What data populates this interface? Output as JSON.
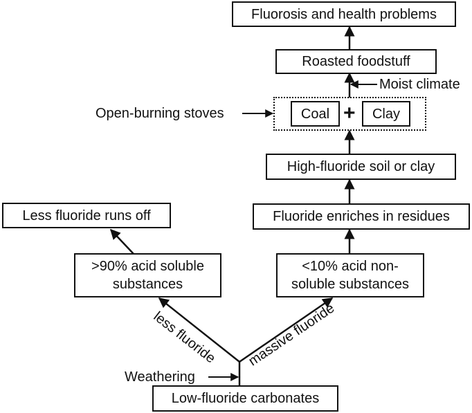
{
  "nodes": {
    "fluorosis": "Fluorosis and health problems",
    "roasted": "Roasted foodstuff",
    "coal": "Coal",
    "plus": "+",
    "clay": "Clay",
    "high_fluoride": "High-fluoride soil or clay",
    "enriches": "Fluoride enriches in residues",
    "acid_non_soluble_line1": "<10% acid non-",
    "acid_non_soluble_line2": "soluble substances",
    "less_runs_off": "Less fluoride runs off",
    "acid_soluble_line1": ">90% acid soluble",
    "acid_soluble_line2": "substances",
    "low_fluoride": "Low-fluoride carbonates"
  },
  "labels": {
    "moist_climate": "Moist climate",
    "open_burning": "Open-burning stoves",
    "weathering": "Weathering",
    "less_fluoride": "less fluoride",
    "massive_fluoride": "massive fluoride"
  }
}
